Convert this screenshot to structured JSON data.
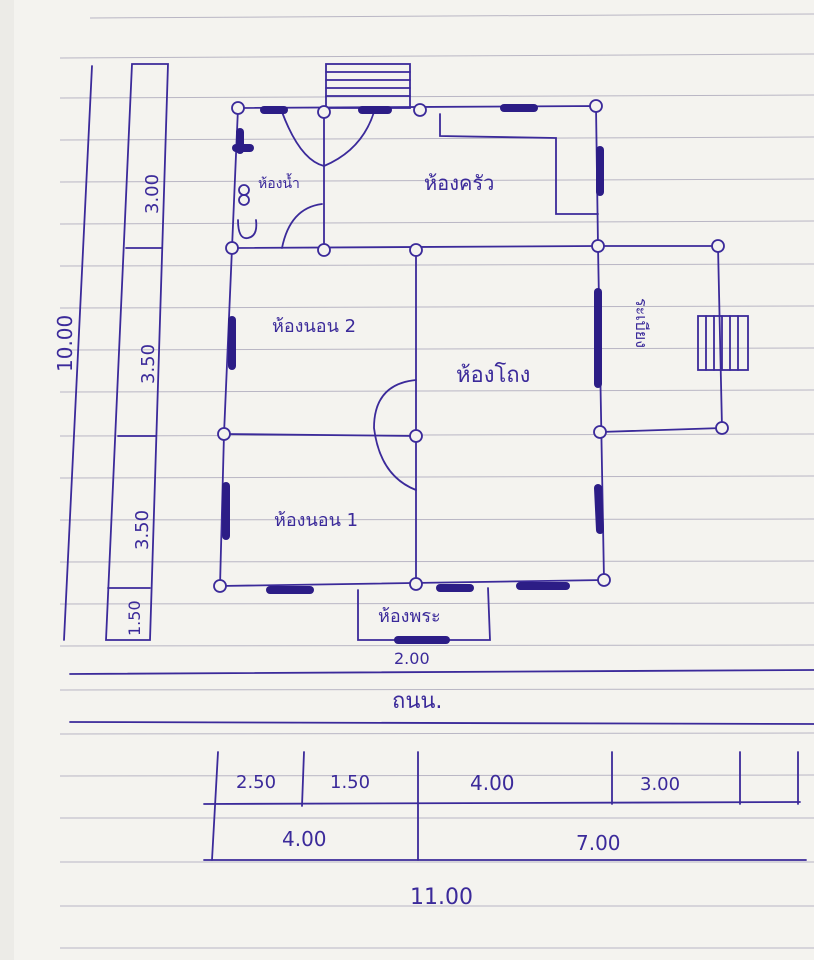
{
  "ink_color": "#3b2a9a",
  "paper_color": "#f4f3ef",
  "rule_color": "#b9b6c4",
  "rooms": {
    "kitchen": "ห้องครัว",
    "bathroom": "ห้องน้ำ",
    "bedroom2": "ห้องนอน 2",
    "bedroom1": "ห้องนอน 1",
    "hall": "ห้องโถง",
    "porch": "ระเบียง",
    "shrine": "ห้องพระ",
    "road": "ถนน."
  },
  "dims": {
    "total_depth": "10.00",
    "left": [
      "3.00",
      "3.50",
      "3.50",
      "1.50"
    ],
    "shrine_width": "2.00",
    "bottom_row1": [
      "2.50",
      "1.50",
      "4.00",
      "3.00"
    ],
    "bottom_row2": [
      "4.00",
      "7.00"
    ],
    "total_width": "11.00"
  }
}
